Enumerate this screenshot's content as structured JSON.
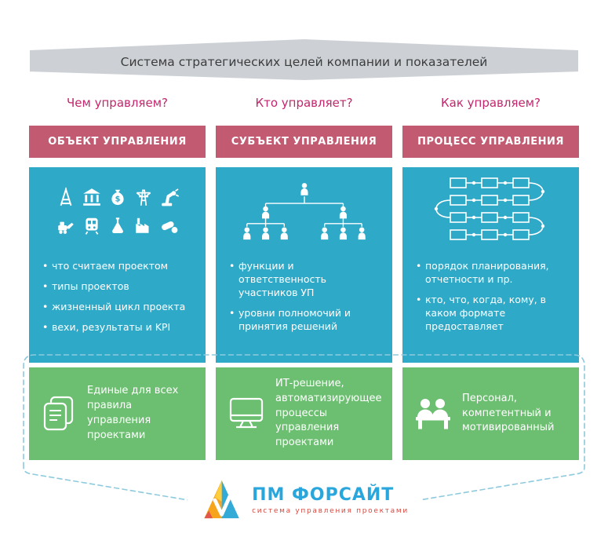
{
  "banner": {
    "title": "Система стратегических целей компании и показателей"
  },
  "questions": {
    "q1": "Чем управляем?",
    "q2": "Кто управляет?",
    "q3": "Как управляем?"
  },
  "columns": [
    {
      "header": "ОБЪЕКТ УПРАВЛЕНИЯ",
      "icon": "industry-icons-grid",
      "bullets": [
        "что считаем проектом",
        "типы проектов",
        "жизненный цикл проекта",
        "вехи, результаты и KPI"
      ]
    },
    {
      "header": "СУБЪЕКТ УПРАВЛЕНИЯ",
      "icon": "org-chart-icon",
      "bullets": [
        "функции и ответственность участников УП",
        "уровни полномочий и принятия решений"
      ]
    },
    {
      "header": "ПРОЦЕСС УПРАВЛЕНИЯ",
      "icon": "process-flow-icon",
      "bullets": [
        "порядок планирования, отчетности и пр.",
        "кто, что, когда, кому, в каком формате предоставляет"
      ]
    }
  ],
  "foundation": {
    "items": [
      {
        "icon": "documents-icon",
        "label": "Единые для всех правила управления проектами"
      },
      {
        "icon": "it-monitor-icon",
        "label": "ИТ-решение, автоматизирующее процессы управления проектами"
      },
      {
        "icon": "personnel-icon",
        "label": "Персонал, компетентный и мотивированный"
      }
    ]
  },
  "logo": {
    "title": "ПМ ФОРСАЙТ",
    "subtitle": "система управления проектами"
  },
  "colors": {
    "teal": "#2fa9c8",
    "rose": "#c25a72",
    "green": "#6cbf70",
    "accent_crimson": "#c2266c",
    "banner_gray": "#cdd1d6",
    "logo_blue": "#29a7dc",
    "logo_red": "#d9493f",
    "dash_blue": "#8ecade"
  }
}
